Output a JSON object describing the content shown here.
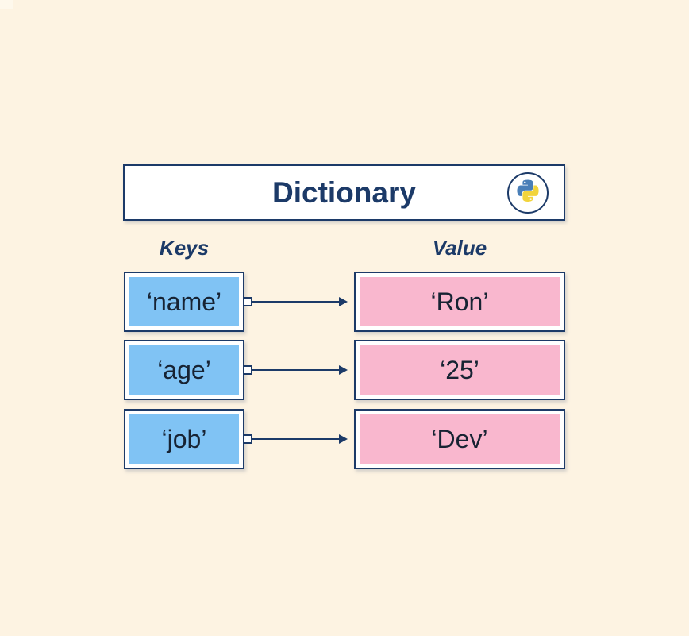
{
  "title": {
    "label": "Dictionary"
  },
  "logo": {
    "name": "python-logo"
  },
  "columns": {
    "keys": "Keys",
    "values": "Value"
  },
  "rows": [
    {
      "key": "‘name’",
      "value": "‘Ron’"
    },
    {
      "key": "‘age’",
      "value": "‘25’"
    },
    {
      "key": "‘job’",
      "value": "‘Dev’"
    }
  ],
  "colors": {
    "background": "#fdf3e2",
    "navy": "#1c3a68",
    "box_bg": "#ffffff",
    "key_fill": "#80c3f4",
    "value_fill": "#f9b7ce",
    "box_text": "#172333",
    "python_blue": "#4a7fb8",
    "python_yellow": "#f2d43c"
  }
}
